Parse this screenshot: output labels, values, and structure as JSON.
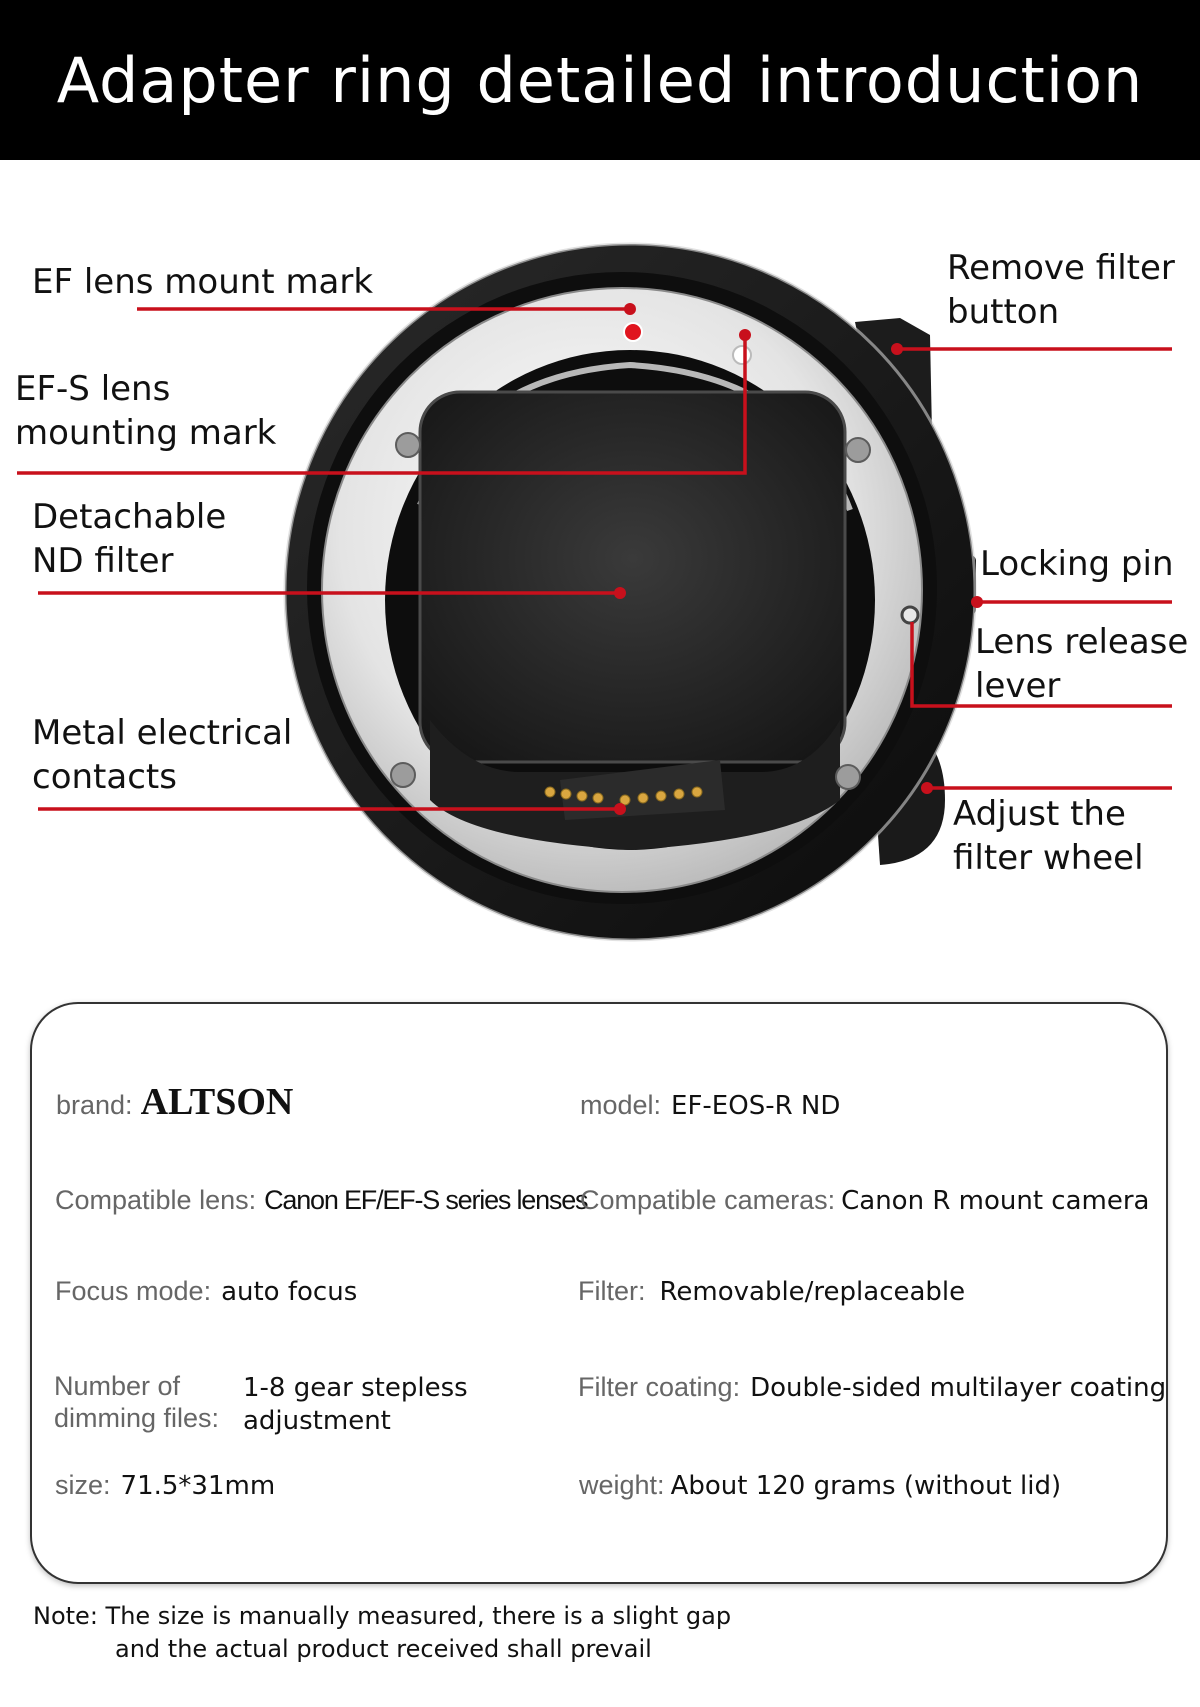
{
  "header": {
    "title": "Adapter ring detailed introduction"
  },
  "callouts": {
    "ef_mount_mark": "EF lens mount mark",
    "efs_mount_mark": "EF-S lens\nmounting mark",
    "nd_filter": "Detachable\nND filter",
    "electrical_contacts": "Metal electrical\ncontacts",
    "remove_filter_button": "Remove filter\nbutton",
    "locking_pin": "Locking pin",
    "lens_release_lever": "Lens release\nlever",
    "adjust_filter_wheel": "Adjust the\nfilter wheel"
  },
  "colors": {
    "callout_line": "#c8101c",
    "header_bg": "#000000",
    "red_dot": "#e0151f"
  },
  "specs": {
    "brand": {
      "label": "brand:",
      "value": "ALTSON"
    },
    "model": {
      "label": "model:",
      "value": "EF-EOS-R ND"
    },
    "compatible_lens": {
      "label": "Compatible lens:",
      "value": "Canon EF/EF-S series lenses"
    },
    "compatible_cameras": {
      "label": "Compatible cameras:",
      "value": "Canon R mount camera"
    },
    "focus_mode": {
      "label": "Focus mode:",
      "value": "auto focus"
    },
    "filter": {
      "label": "Filter:",
      "value": "Removable/replaceable"
    },
    "dimming_files": {
      "label": "Number of\ndimming files:",
      "value": "1-8 gear stepless\nadjustment"
    },
    "filter_coating": {
      "label": "Filter coating:",
      "value": "Double-sided multilayer coating"
    },
    "size": {
      "label": "size:",
      "value": "71.5*31mm"
    },
    "weight": {
      "label": "weight:",
      "value": "About 120 grams (without lid)"
    }
  },
  "note": {
    "line1": "Note: The size is manually measured, there is a slight gap",
    "line2": "and the actual product received shall prevail"
  }
}
